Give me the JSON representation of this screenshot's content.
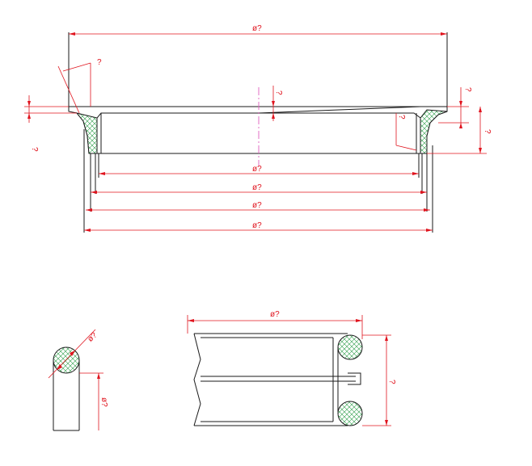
{
  "colors": {
    "outline": "#1a1a1a",
    "dimension": "#e0141e",
    "centerline": "#e060c0",
    "hatch": "#2e9e4a",
    "background": "#ffffff"
  },
  "main_view": {
    "top_diameter_label": "ø?",
    "lip_angle_label": "?",
    "center_height_label": "?",
    "left_offset_label": "?",
    "right_top_label": "?",
    "right_height_label": "?",
    "inner_step_label": "?",
    "diameter_labels": [
      "ø?",
      "ø?",
      "ø?",
      "ø?"
    ]
  },
  "cord_section": {
    "cord_diameter_label": "ø?",
    "height_label": "ø?"
  },
  "ring_view": {
    "diameter_label": "ø?",
    "height_label": "?"
  }
}
